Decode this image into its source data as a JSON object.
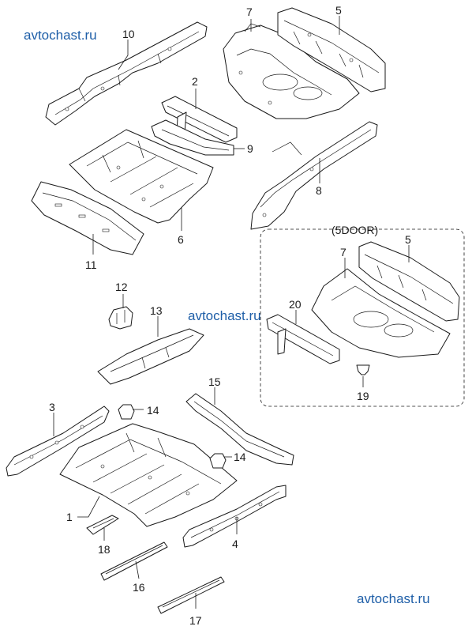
{
  "watermark": {
    "text": "avtochast.ru",
    "color": "#1f5fa8"
  },
  "variant_label": "(5DOOR)",
  "callouts": {
    "p1": "1",
    "p2": "2",
    "p3": "3",
    "p4": "4",
    "p5": "5",
    "p5b": "5",
    "p6": "6",
    "p7": "7",
    "p7b": "7",
    "p8": "8",
    "p9": "9",
    "p10": "10",
    "p11": "11",
    "p12": "12",
    "p13": "13",
    "p14": "14",
    "p14b": "14",
    "p15": "15",
    "p16": "16",
    "p17": "17",
    "p18": "18",
    "p19": "19",
    "p20": "20"
  }
}
